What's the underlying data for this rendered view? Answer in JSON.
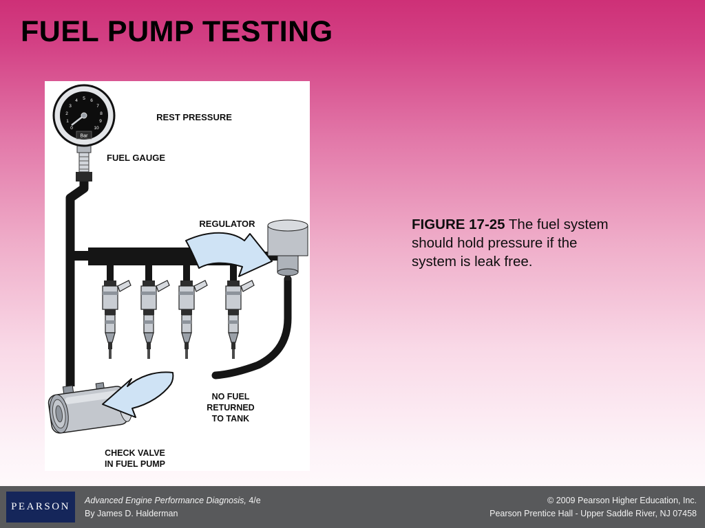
{
  "slide": {
    "title": "FUEL PUMP TESTING"
  },
  "caption": {
    "figure_label": "FIGURE 17-25",
    "text": "The fuel system should hold pressure if the system is leak free."
  },
  "diagram": {
    "labels": {
      "rest_pressure": "REST PRESSURE",
      "fuel_gauge": "FUEL GAUGE",
      "regulator": "REGULATOR",
      "no_fuel_line1": "NO FUEL",
      "no_fuel_line2": "RETURNED",
      "no_fuel_line3": "TO TANK",
      "check_valve_line1": "CHECK VALVE",
      "check_valve_line2": "IN FUEL PUMP"
    },
    "gauge": {
      "unit": "Bar",
      "ticks": [
        "0",
        "1",
        "2",
        "3",
        "4",
        "5",
        "6",
        "7",
        "8",
        "9",
        "10"
      ]
    }
  },
  "footer": {
    "logo": "PEARSON",
    "book_title": "Advanced Engine Performance Diagnosis,",
    "edition": "4/e",
    "author": "By James D. Halderman",
    "copyright": "© 2009 Pearson Higher Education, Inc.",
    "publisher": "Pearson Prentice Hall - Upper Saddle River, NJ 07458"
  },
  "colors": {
    "background_top_pink": "#ce3077",
    "background_bottom": "#ffffff",
    "footer_bar": "#58595b",
    "logo_navy": "#15265a",
    "arrow_blue": "#cfe3f5",
    "diagram_line_black": "#151515"
  }
}
